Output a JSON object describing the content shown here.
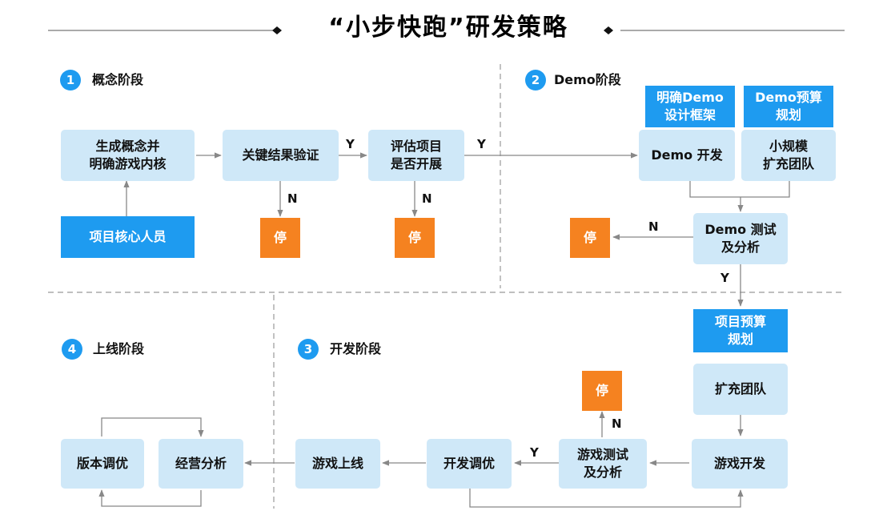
{
  "title": "“小步快跑”研发策略",
  "stages": [
    {
      "num": "1",
      "label": "概念阶段"
    },
    {
      "num": "2",
      "label": "Demo阶段"
    },
    {
      "num": "3",
      "label": "开发阶段"
    },
    {
      "num": "4",
      "label": "上线阶段"
    }
  ],
  "nodes": {
    "concept_core": "生成概念并\n明确游戏内核",
    "core_staff": "项目核心人员",
    "key_validation": "关键结果验证",
    "evaluate_project": "评估项目\n是否开展",
    "demo_design": "明确Demo\n设计框架",
    "demo_budget": "Demo预算\n规划",
    "demo_dev": "Demo 开发",
    "small_team": "小规模\n扩充团队",
    "demo_test": "Demo 测试\n及分析",
    "project_budget": "项目预算\n规划",
    "expand_team": "扩充团队",
    "game_dev": "游戏开发",
    "game_test": "游戏测试\n及分析",
    "dev_optimize": "开发调优",
    "game_launch": "游戏上线",
    "operation_analysis": "经营分析",
    "version_optimize": "版本调优"
  },
  "stop_label": "停",
  "decision_labels": {
    "yes": "Y",
    "no": "N"
  },
  "colors": {
    "light_box": "#cfe8f8",
    "blue_box": "#1e9bf0",
    "stop_box": "#f58220",
    "arrow": "#888888",
    "divider": "#999999"
  }
}
